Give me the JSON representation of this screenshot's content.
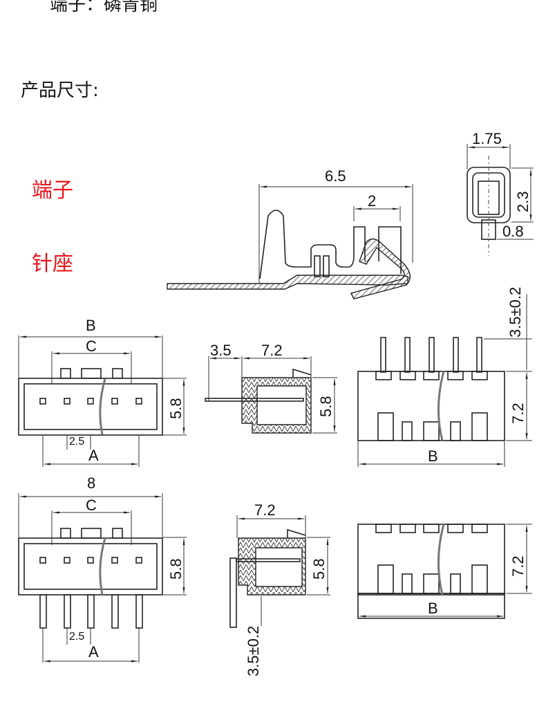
{
  "material_line": "端子：磷青铜",
  "heading": "产品尺寸:",
  "labels": {
    "terminal": "端子",
    "header": "针座"
  },
  "colors": {
    "label_red": "#e8141b",
    "line": "#222222"
  },
  "terminal_side": {
    "length": "6.5",
    "crimp_width": "2"
  },
  "terminal_front": {
    "width": "1.75",
    "height": "2.3",
    "pin": "0.8"
  },
  "straight_header": {
    "overall_width": "B",
    "c_dim": "C",
    "height": "5.8",
    "pitch": "2.5",
    "a_dim": "A",
    "side_pin": "3.5",
    "side_depth": "7.2",
    "side_height": "5.8",
    "back_pin": "3.5±0.2",
    "back_height": "7.2",
    "back_width": "B"
  },
  "right_angle_header": {
    "overall_width": "8",
    "c_dim": "C",
    "height": "5.8",
    "pitch": "2.5",
    "a_dim": "A",
    "side_depth": "7.2",
    "side_height": "5.8",
    "side_pin": "3.5±0.2",
    "back_height": "7.2",
    "back_width": "B"
  }
}
